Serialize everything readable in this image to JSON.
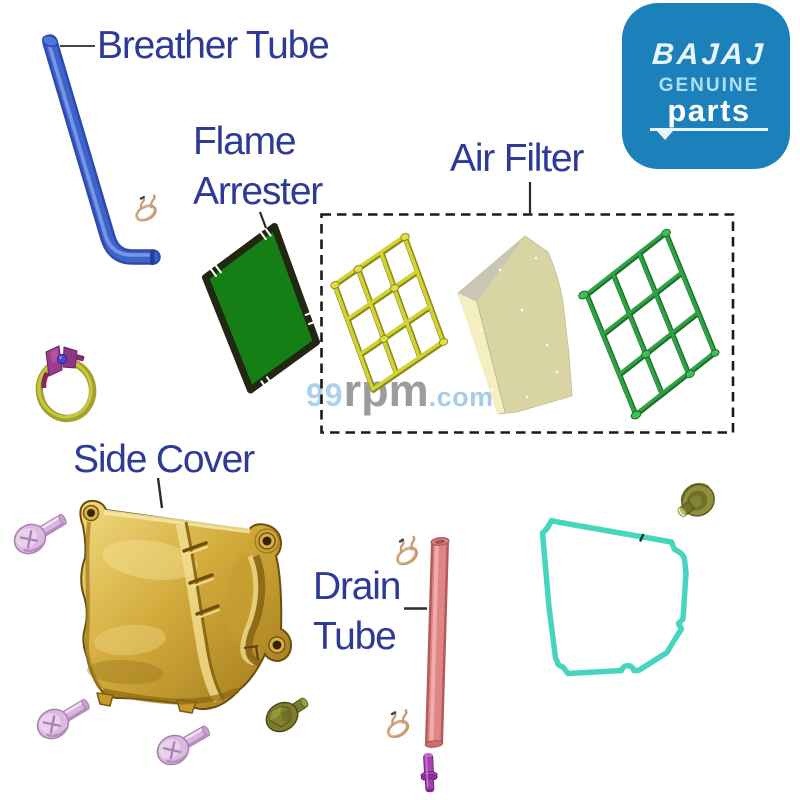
{
  "title": "Bajaj genuine parts - air filter assembly exploded parts diagram",
  "colors": {
    "label_text": "#2d3a96",
    "leader_line": "#2a2a2a",
    "background": "#ffffff",
    "dashed_box": "#1a1a1a"
  },
  "labels": {
    "breather_tube": "Breather Tube",
    "flame_arrester_line1": "Flame",
    "flame_arrester_line2": "Arrester",
    "air_filter": "Air Filter",
    "side_cover": "Side Cover",
    "drain_tube_line1": "Drain",
    "drain_tube_line2": "Tube"
  },
  "watermark": {
    "part1": "99",
    "part2": "rpm",
    "part3": ".com",
    "color_blue": "#abd1ed",
    "color_gray": "#9c9c9c"
  },
  "logo": {
    "brand": "BAJAJ",
    "line2": "GENUINE",
    "line3": "parts",
    "background": "#1c80ba",
    "text_color": "#e9f5fc"
  },
  "parts": {
    "breather_tube": {
      "name": "breather tube",
      "color": "#3e63c9"
    },
    "flame_arrester": {
      "name": "flame arrester",
      "color": "#157f15"
    },
    "air_filter_frame_front": {
      "name": "air filter front grate",
      "color": "#d3d334"
    },
    "air_filter_element": {
      "name": "air filter element",
      "color": "#d8d4a4"
    },
    "air_filter_frame_rear": {
      "name": "air filter rear grate",
      "color": "#2fa344"
    },
    "side_cover": {
      "name": "side cover",
      "color": "#d3ab3c"
    },
    "drain_tube": {
      "name": "drain tube",
      "color": "#de8585"
    },
    "gasket": {
      "name": "side cover gasket",
      "color": "#46d5bd"
    },
    "pan_screws": {
      "name": "pan head screws",
      "color": "#d9b4de"
    },
    "hose_clamp": {
      "name": "hose clamp",
      "color": "#a8a82c"
    },
    "spring_clamps": {
      "name": "spring clips",
      "color": "#c49a74"
    },
    "hex_bolt": {
      "name": "hex flange bolt",
      "color": "#7e7e2c"
    },
    "shoulder_screw": {
      "name": "shoulder screw",
      "color": "#8f8f3e"
    },
    "drain_plug": {
      "name": "drain tube plug",
      "color": "#a844b2"
    }
  }
}
